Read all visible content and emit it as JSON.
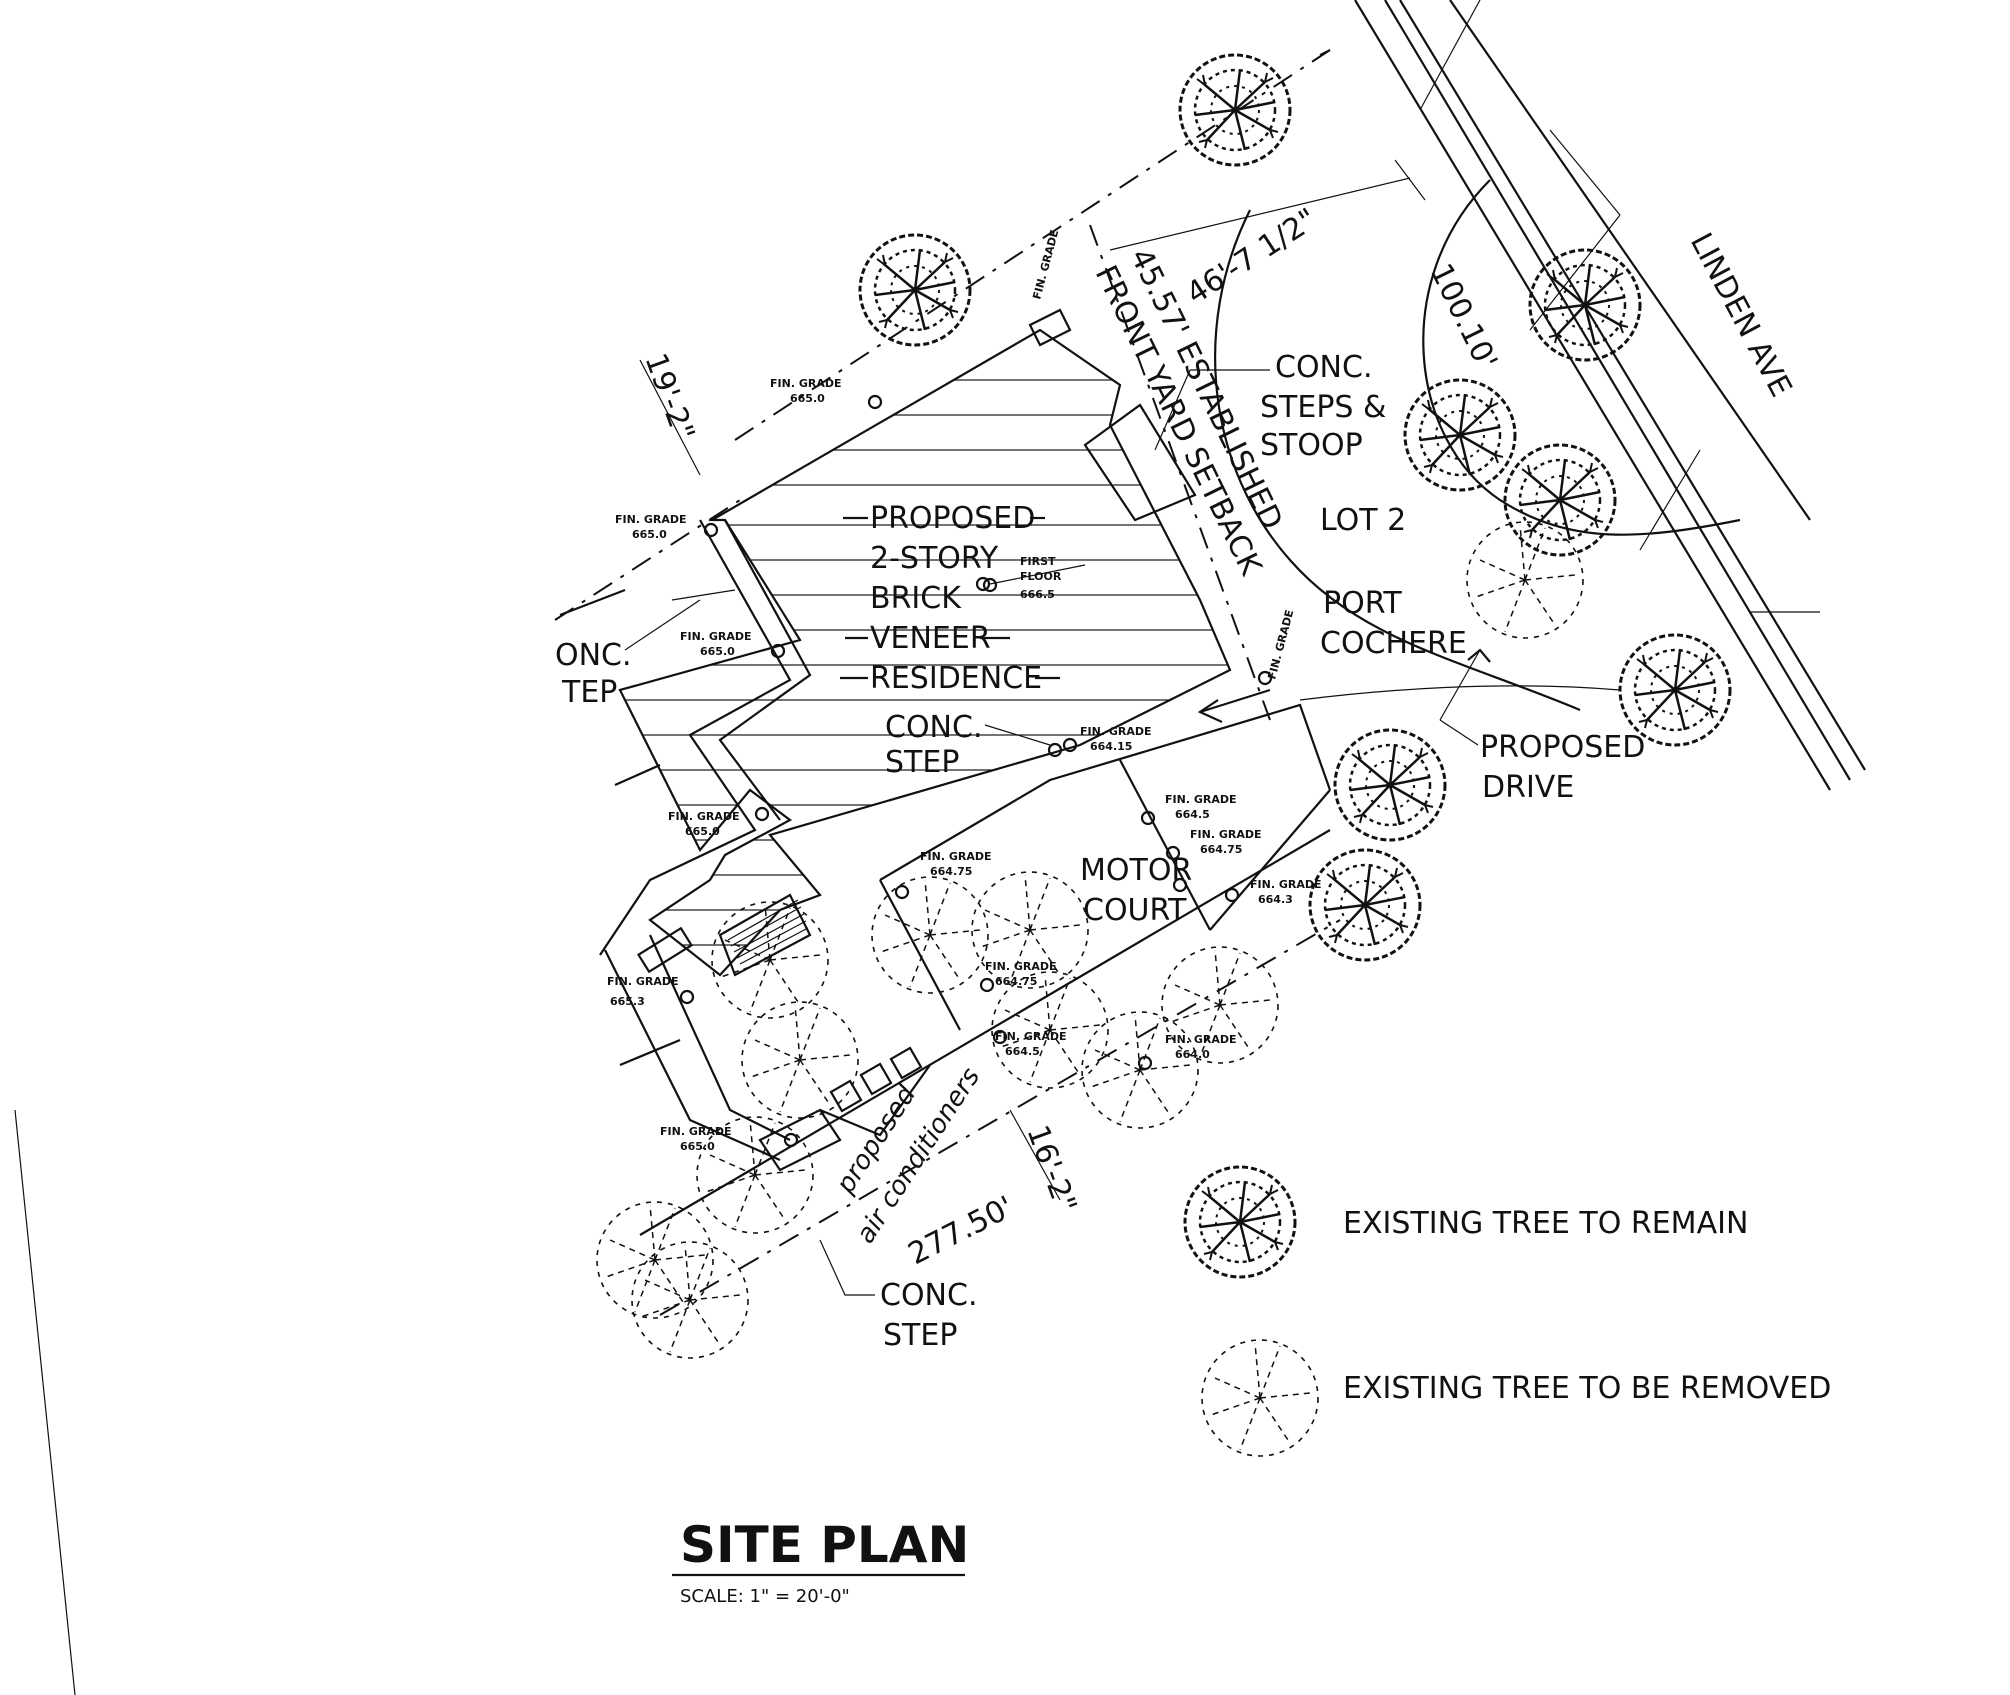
{
  "labels": {
    "proposed_residence": [
      "PROPOSED",
      "2-STORY",
      "BRICK",
      "VENEER",
      "RESIDENCE"
    ],
    "first_floor": [
      "FIRST",
      "FLOOR",
      "666.5"
    ],
    "conc_steps_stoop": [
      "CONC.",
      "STEPS &",
      "STOOP"
    ],
    "lot": "LOT 2",
    "port_cochere": [
      "PORT",
      "COCHERE"
    ],
    "proposed_drive": [
      "PROPOSED",
      "DRIVE"
    ],
    "motor_court": [
      "MOTOR",
      "COURT"
    ],
    "conc_step_center": [
      "CONC.",
      "STEP"
    ],
    "conc_step_left": [
      "ONC.",
      "TEP"
    ],
    "conc_step_bottom": [
      "CONC.",
      "STEP"
    ],
    "street": "LINDEN AVE",
    "setback": [
      "45.57' ESTABLISHED",
      "FRONT YARD SETBACK"
    ],
    "air_conditioners": [
      "proposed",
      "air conditioners"
    ]
  },
  "dimensions": {
    "front_width": "46'-7 1/2\"",
    "lot_frontage": "100.10'",
    "rear_depth": "277.50'",
    "side_left": "19'-2\"",
    "side_right": "16'-2\""
  },
  "grade_labels": [
    "FIN. GRADE",
    "665.0",
    "664.5",
    "664.0",
    "664.15",
    "664.75",
    "664.3",
    "665.3"
  ],
  "legend": {
    "remain": "EXISTING TREE TO REMAIN",
    "removed": "EXISTING TREE TO BE REMOVED"
  },
  "title": {
    "main": "SITE PLAN",
    "scale": "SCALE: 1\" = 20'-0\""
  }
}
